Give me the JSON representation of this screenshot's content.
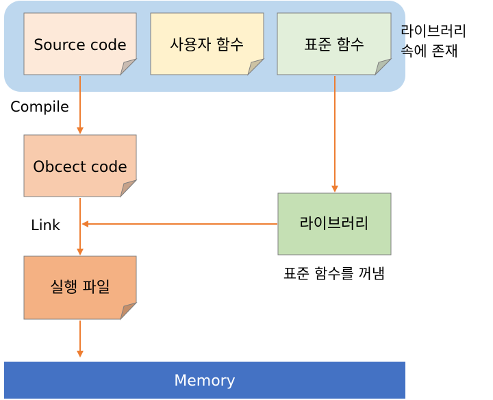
{
  "diagram": {
    "top_group": {
      "boxes": {
        "source_code": "Source code",
        "user_function": "사용자 함수",
        "std_function": "표준 함수"
      },
      "side_note": [
        "라이브러리",
        "속에 존재"
      ]
    },
    "labels": {
      "compile": "Compile",
      "link": "Link",
      "extract_note": "표준 함수를 꺼냄"
    },
    "boxes": {
      "object_code": "Obcect code",
      "library": "라이브러리",
      "executable": "실행 파일"
    },
    "memory": "Memory"
  },
  "colors": {
    "group_bg": "#bdd7ee",
    "source_fill": "#fde9d9",
    "user_fill": "#fff2cc",
    "std_fill": "#e2efda",
    "object_fill": "#f8cbad",
    "library_fill": "#c5e0b4",
    "exec_fill": "#f4b183",
    "memory_fill": "#4472c4",
    "arrow": "#ed7d31"
  }
}
